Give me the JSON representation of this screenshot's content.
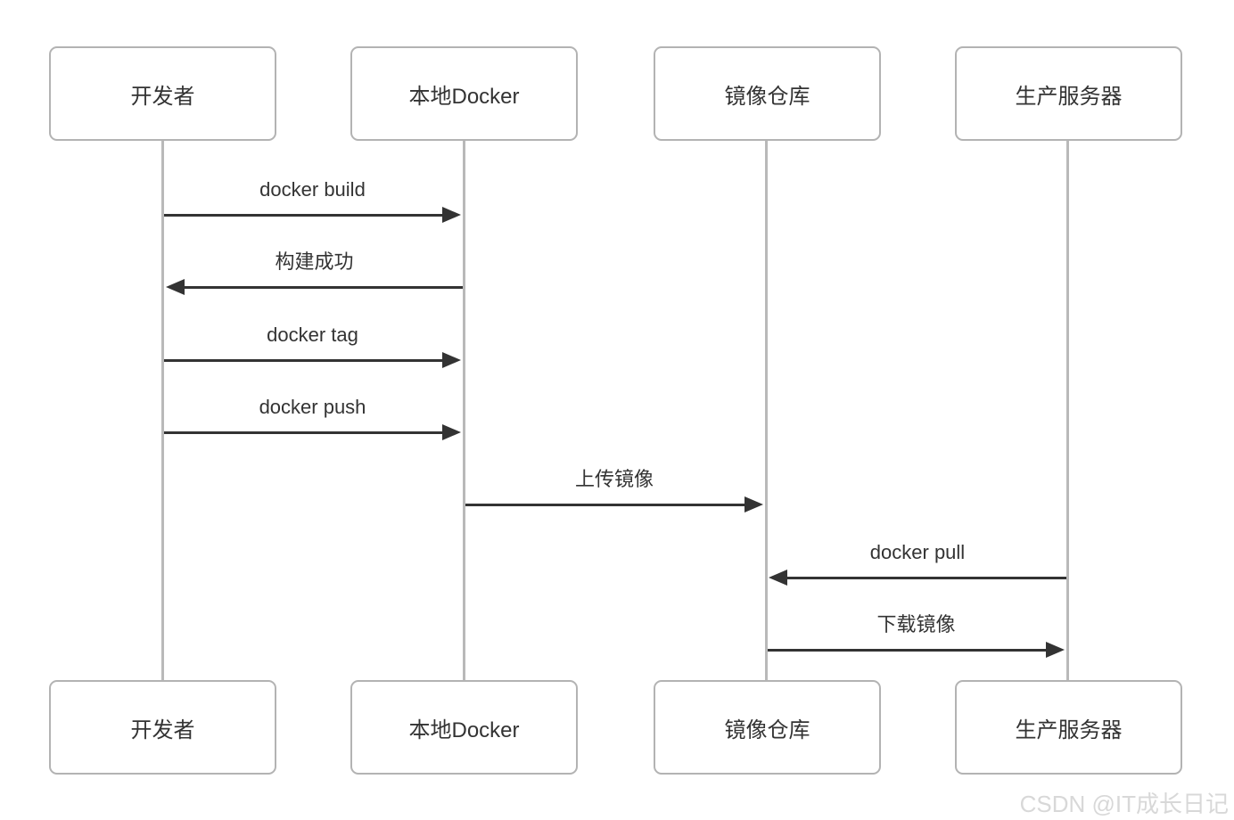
{
  "diagram": {
    "type": "sequence-diagram",
    "colors": {
      "box_border": "#b3b3b3",
      "lifeline": "#b9b9b9",
      "arrow": "#333333",
      "text": "#333333",
      "watermark": "#d8d8d8",
      "background": "#ffffff"
    },
    "actors": [
      {
        "id": "developer",
        "label": "开发者"
      },
      {
        "id": "local-docker",
        "label": "本地Docker"
      },
      {
        "id": "image-registry",
        "label": "镜像仓库"
      },
      {
        "id": "production-server",
        "label": "生产服务器"
      }
    ],
    "messages": [
      {
        "label": "docker build",
        "from": "developer",
        "to": "local-docker",
        "direction": "right"
      },
      {
        "label": "构建成功",
        "from": "local-docker",
        "to": "developer",
        "direction": "left"
      },
      {
        "label": "docker tag",
        "from": "developer",
        "to": "local-docker",
        "direction": "right"
      },
      {
        "label": "docker push",
        "from": "developer",
        "to": "local-docker",
        "direction": "right"
      },
      {
        "label": "上传镜像",
        "from": "local-docker",
        "to": "image-registry",
        "direction": "right"
      },
      {
        "label": "docker pull",
        "from": "production-server",
        "to": "image-registry",
        "direction": "left"
      },
      {
        "label": "下载镜像",
        "from": "image-registry",
        "to": "production-server",
        "direction": "right"
      }
    ]
  },
  "watermark": {
    "text": "CSDN @IT成长日记"
  }
}
